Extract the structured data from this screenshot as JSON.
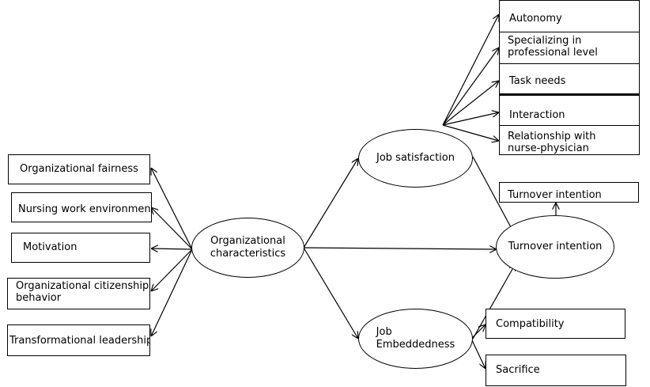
{
  "nodes": {
    "organizational_fairness": "Organizational fairness",
    "nursing_work_environment": "Nursing work environment",
    "motivation": "Motivation",
    "organizational_citizenship_behavior": "Organizational citizenship\nbehavior",
    "transformational_leadership": "Transformational leadership",
    "organizational_characteristics": "Organizational\ncharacteristics",
    "job_satisfaction": "Job satisfaction",
    "job_embeddedness": "Job\nEmbeddedness",
    "turnover_intention_ellipse": "Turnover intention",
    "turnover_intention_box": "Turnover intention",
    "autonomy": "Autonomy",
    "specializing": "Specializing in\nprofessional level",
    "task_needs": "Task needs",
    "interaction": "Interaction",
    "relationship": "Relationship with\nnurse-physician",
    "compatibility": "Compatibility",
    "sacrifice": "Sacrifice"
  },
  "colors": {
    "line": "#000000",
    "background": "#ffffff"
  }
}
